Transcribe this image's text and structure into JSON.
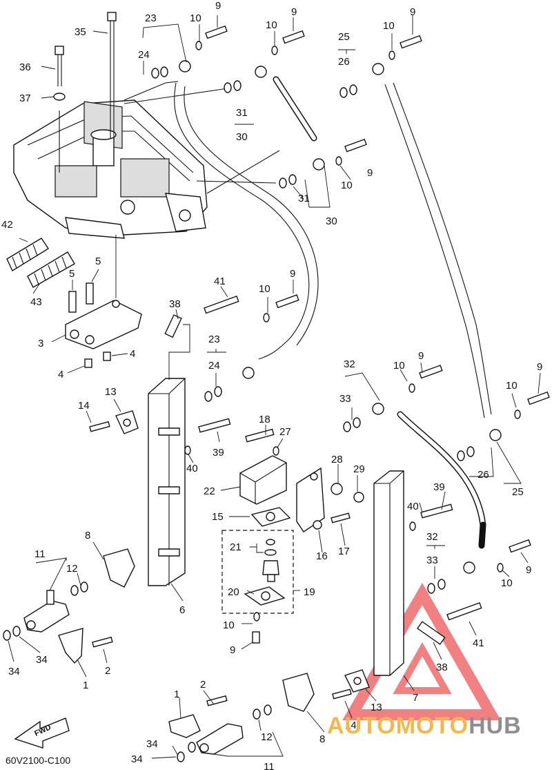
{
  "figure_code": "60V2100-C100",
  "fwd_label": "FWD",
  "watermark": {
    "text_part1": "AUTOMOTO",
    "text_part2": "HUB",
    "color_primary": "#f2b84a",
    "color_secondary": "#8f8f8f",
    "triangle_color": "#f06a6a"
  },
  "callouts": [
    {
      "id": "c35",
      "text": "35"
    },
    {
      "id": "c36",
      "text": "36"
    },
    {
      "id": "c37",
      "text": "37"
    },
    {
      "id": "c23a",
      "text": "23"
    },
    {
      "id": "c24a",
      "text": "24"
    },
    {
      "id": "c10a",
      "text": "10"
    },
    {
      "id": "c9a",
      "text": "9"
    },
    {
      "id": "c10b",
      "text": "10"
    },
    {
      "id": "c9b",
      "text": "9"
    },
    {
      "id": "c31a",
      "text": "31"
    },
    {
      "id": "c30a",
      "text": "30"
    },
    {
      "id": "c25a",
      "text": "25"
    },
    {
      "id": "c26a",
      "text": "26"
    },
    {
      "id": "c10c",
      "text": "10"
    },
    {
      "id": "c9c",
      "text": "9"
    },
    {
      "id": "c9d",
      "text": "9"
    },
    {
      "id": "c10d",
      "text": "10"
    },
    {
      "id": "c31b",
      "text": "31"
    },
    {
      "id": "c30b",
      "text": "30"
    },
    {
      "id": "c42",
      "text": "42"
    },
    {
      "id": "c43",
      "text": "43"
    },
    {
      "id": "c5a",
      "text": "5"
    },
    {
      "id": "c5b",
      "text": "5"
    },
    {
      "id": "c3",
      "text": "3"
    },
    {
      "id": "c4a",
      "text": "4"
    },
    {
      "id": "c4b",
      "text": "4"
    },
    {
      "id": "c41a",
      "text": "41"
    },
    {
      "id": "c38a",
      "text": "38"
    },
    {
      "id": "c10e",
      "text": "10"
    },
    {
      "id": "c9e",
      "text": "9"
    },
    {
      "id": "c23b",
      "text": "23"
    },
    {
      "id": "c24b",
      "text": "24"
    },
    {
      "id": "c13a",
      "text": "13"
    },
    {
      "id": "c14a",
      "text": "14"
    },
    {
      "id": "c39a",
      "text": "39"
    },
    {
      "id": "c40a",
      "text": "40"
    },
    {
      "id": "c32a",
      "text": "32"
    },
    {
      "id": "c33a",
      "text": "33"
    },
    {
      "id": "c10f",
      "text": "10"
    },
    {
      "id": "c9f",
      "text": "9"
    },
    {
      "id": "c10g",
      "text": "10"
    },
    {
      "id": "c9g",
      "text": "9"
    },
    {
      "id": "c26b",
      "text": "26"
    },
    {
      "id": "c25b",
      "text": "25"
    },
    {
      "id": "c18",
      "text": "18"
    },
    {
      "id": "c27",
      "text": "27"
    },
    {
      "id": "c28",
      "text": "28"
    },
    {
      "id": "c29",
      "text": "29"
    },
    {
      "id": "c22",
      "text": "22"
    },
    {
      "id": "c15",
      "text": "15"
    },
    {
      "id": "c16",
      "text": "16"
    },
    {
      "id": "c17",
      "text": "17"
    },
    {
      "id": "c21",
      "text": "21"
    },
    {
      "id": "c20",
      "text": "20"
    },
    {
      "id": "c19",
      "text": "19"
    },
    {
      "id": "c10h",
      "text": "10"
    },
    {
      "id": "c9h",
      "text": "9"
    },
    {
      "id": "c8a",
      "text": "8"
    },
    {
      "id": "c6",
      "text": "6"
    },
    {
      "id": "c11a",
      "text": "11"
    },
    {
      "id": "c12a",
      "text": "12"
    },
    {
      "id": "c34a",
      "text": "34"
    },
    {
      "id": "c34b",
      "text": "34"
    },
    {
      "id": "c2a",
      "text": "2"
    },
    {
      "id": "c1a",
      "text": "1"
    },
    {
      "id": "c39b",
      "text": "39"
    },
    {
      "id": "c40b",
      "text": "40"
    },
    {
      "id": "c32b",
      "text": "32"
    },
    {
      "id": "c33b",
      "text": "33"
    },
    {
      "id": "c9i",
      "text": "9"
    },
    {
      "id": "c10i",
      "text": "10"
    },
    {
      "id": "c41b",
      "text": "41"
    },
    {
      "id": "c38b",
      "text": "38"
    },
    {
      "id": "c7",
      "text": "7"
    },
    {
      "id": "c13b",
      "text": "13"
    },
    {
      "id": "c14b",
      "text": "14"
    },
    {
      "id": "c8b",
      "text": "8"
    },
    {
      "id": "c1b",
      "text": "1"
    },
    {
      "id": "c2b",
      "text": "2"
    },
    {
      "id": "c12b",
      "text": "12"
    },
    {
      "id": "c34c",
      "text": "34"
    },
    {
      "id": "c34d",
      "text": "34"
    },
    {
      "id": "c11b",
      "text": "11"
    }
  ]
}
